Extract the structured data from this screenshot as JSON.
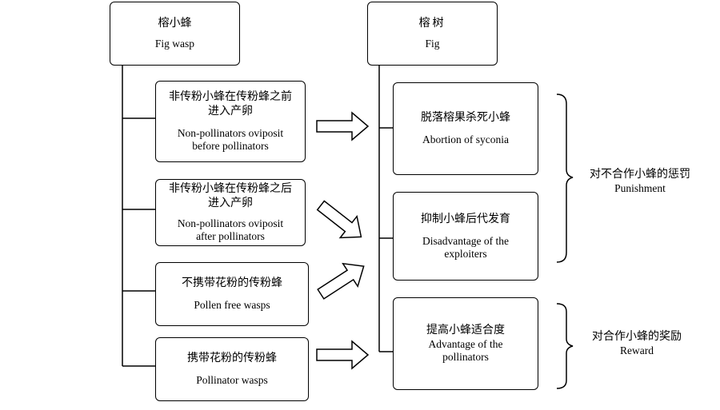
{
  "wasp_header": {
    "zh": "榕小蜂",
    "en": "Fig wasp"
  },
  "fig_header": {
    "zh": "榕树",
    "en": "Fig"
  },
  "wasp_boxes": [
    {
      "zh": "非传粉小蜂在传粉蜂之前\n进入产卵",
      "en": "Non-pollinators oviposit\nbefore pollinators"
    },
    {
      "zh": "非传粉小蜂在传粉蜂之后\n进入产卵",
      "en": "Non-pollinators oviposit\nafter pollinators"
    },
    {
      "zh": "不携带花粉的传粉蜂",
      "en": "Pollen free wasps"
    },
    {
      "zh": "携带花粉的传粉蜂",
      "en": "Pollinator wasps"
    }
  ],
  "fig_boxes": [
    {
      "zh": "脱落榕果杀死小蜂",
      "en": "Abortion of  syconia"
    },
    {
      "zh": "抑制小蜂后代发育",
      "en": "Disadvantage of the\nexploiters"
    },
    {
      "zh": "提高小蜂适合度",
      "en": "Advantage of the\npollinators"
    }
  ],
  "punishment": {
    "zh": "对不合作小蜂的惩罚",
    "en": "Punishment"
  },
  "reward": {
    "zh": "对合作小蜂的奖励",
    "en": "Reward"
  }
}
